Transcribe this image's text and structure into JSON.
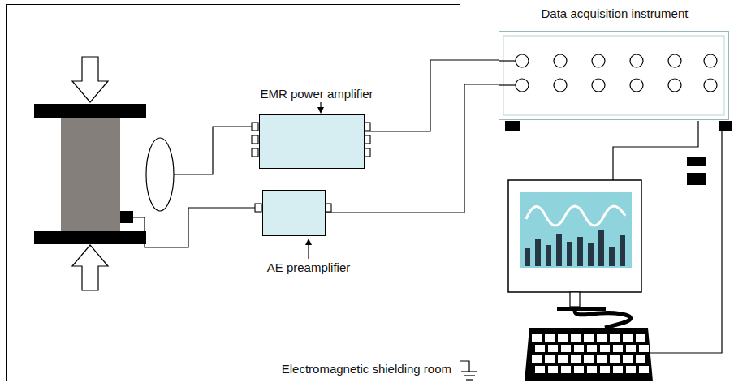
{
  "diagram": {
    "nodes": [
      {
        "text": [
          "Electromagnetic shielding room"
        ]
      },
      {
        "text": [
          "EMR power amplifier"
        ],
        "in": 0
      },
      {
        "text": [
          "AE preamplifier"
        ],
        "in": 0
      },
      {
        "text": [
          "Data acquisition instrument"
        ]
      }
    ],
    "edges": [
      {
        "from": 1,
        "to": 3,
        "arrow": "none"
      },
      {
        "from": 2,
        "to": 3,
        "arrow": "none"
      }
    ]
  }
}
